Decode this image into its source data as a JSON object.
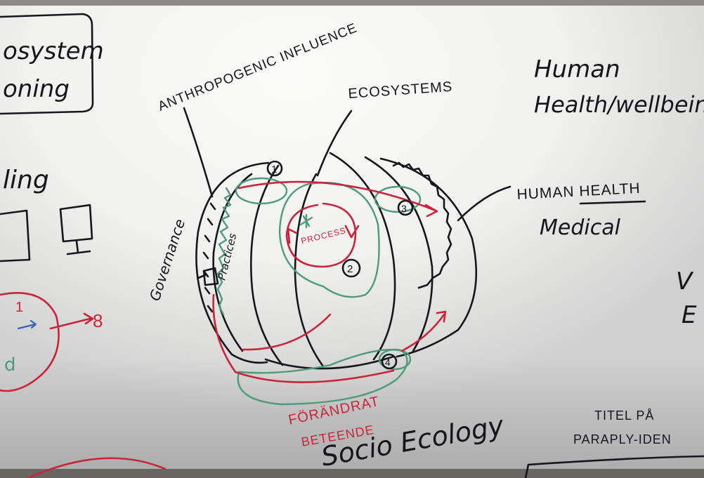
{
  "labels": {
    "ecosystem_functioning_line1": "osystem",
    "ecosystem_functioning_line2": "oning",
    "modelling": "ling",
    "anthropogenic": "ANTHROPOGENIC INFLUENCE",
    "ecosystems": "ECOSYSTEMS",
    "human_line1": "Human",
    "human_line2": "Health/wellbeing",
    "human_health": "HUMAN HEALTH",
    "medical": "Medical",
    "governance": "Governance",
    "practices": "Practices",
    "process": "PROCESS",
    "forandrat_line1": "FÖRÄNDRAT",
    "forandrat_line2": "BETEENDE",
    "socio_ecology": "Socio Ecology",
    "titel_line1": "TITEL PÅ",
    "titel_line2": "PARAPLY-IDEN",
    "v_letter": "V",
    "e_letter": "E",
    "left_num_1": "1",
    "left_num_8": "8",
    "left_letter_d": "d",
    "marker_1": "1",
    "marker_2": "2",
    "marker_3": "3",
    "marker_4": "4"
  },
  "colors": {
    "board": "#f2f2f0",
    "ink_black": "#16161c",
    "ink_red": "#c9243a",
    "ink_green": "#4e9a7c"
  }
}
